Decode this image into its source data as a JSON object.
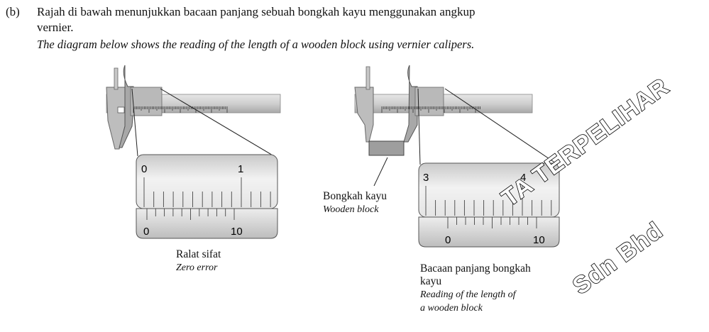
{
  "question": {
    "label": "(b)",
    "malay_line1": "Rajah di bawah menunjukkan bacaan panjang sebuah bongkah kayu menggunakan angkup",
    "malay_line2": "vernier.",
    "english": "The diagram below shows the reading of the length of a wooden block using vernier calipers."
  },
  "left_diagram": {
    "main_scale_labels": [
      "0",
      "1"
    ],
    "vernier_scale_labels": [
      "0",
      "10"
    ],
    "caption_malay": "Ralat sifat",
    "caption_english": "Zero error"
  },
  "right_diagram": {
    "main_scale_labels": [
      "3",
      "4"
    ],
    "vernier_scale_labels": [
      "0",
      "10"
    ],
    "block_label_malay": "Bongkah kayu",
    "block_label_english": "Wooden block",
    "caption_malay_1": "Bacaan panjang bongkah",
    "caption_malay_2": "kayu",
    "caption_english_1": "Reading of the length of",
    "caption_english_2": "a wooden block"
  },
  "watermark": {
    "line1": "TA TERPELIHAR",
    "line2": "Sdn Bhd"
  }
}
